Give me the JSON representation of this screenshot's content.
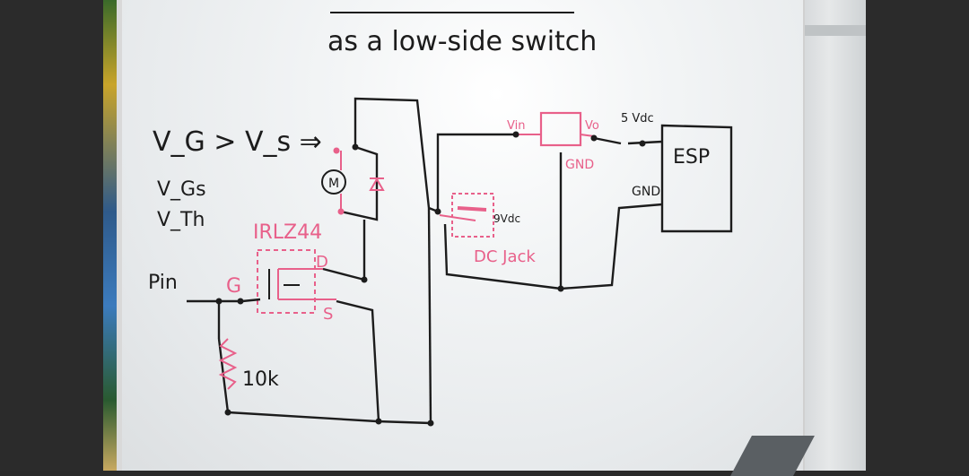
{
  "board": {
    "heading": "as a low-side switch",
    "notes": {
      "vg_vs": "V_G > V_s ⇒",
      "vgs": "V_Gs",
      "vth": "V_Th",
      "pin": "Pin",
      "res": "10k"
    },
    "mosfet": {
      "part": "IRLZ44",
      "gate": "G",
      "drain": "D",
      "source": "S"
    },
    "motor_label": "M",
    "regulator": {
      "vin": "Vin",
      "vo": "Vo",
      "gnd": "GND"
    },
    "esp": {
      "name": "ESP",
      "v5": "5 Vdc",
      "gnd": "GND"
    },
    "jack": {
      "label": "DC Jack",
      "voltage": "9Vdc"
    }
  },
  "colors": {
    "ink_black": "#1c1c1c",
    "ink_pink": "#e8608a",
    "board": "#eef0f1"
  }
}
